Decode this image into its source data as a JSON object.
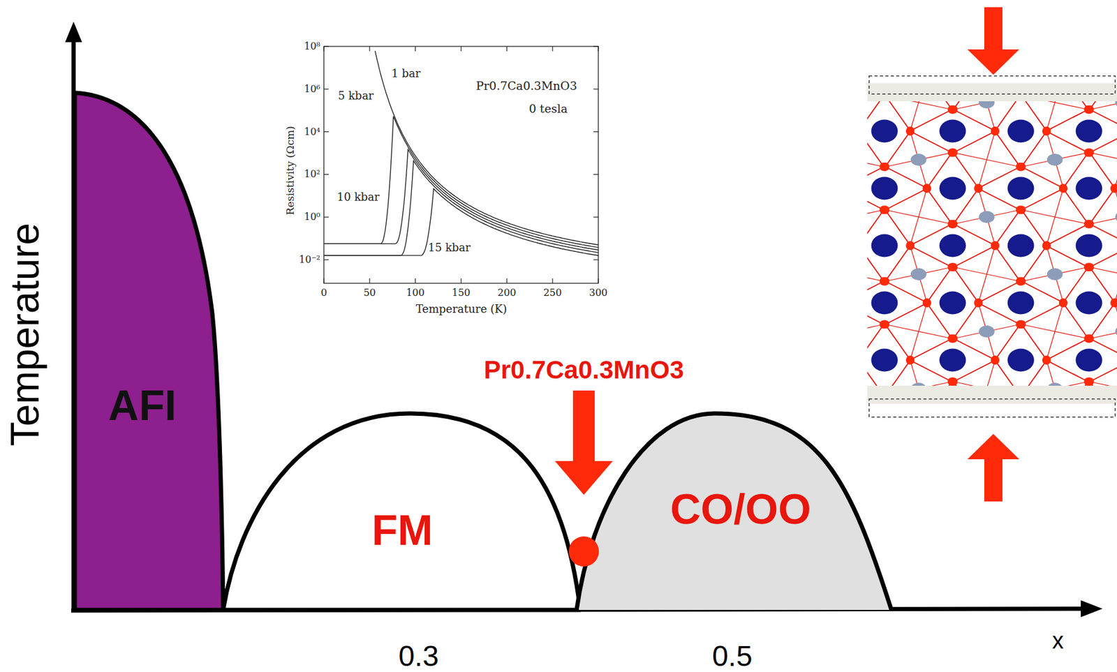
{
  "diagram": {
    "nodes": [
      {
        "text": [
          "AFI"
        ]
      },
      {
        "text": [
          "FM"
        ]
      },
      {
        "text": [
          "CO/OO"
        ]
      }
    ],
    "labels": [
      "Temperature",
      "0.3",
      "0.5",
      "x",
      "Pr0.7Ca0.3MnO3",
      "10⁸",
      "10⁶",
      "10⁴",
      "10²",
      "10⁰",
      "10⁻²",
      "0",
      "50",
      "100",
      "150",
      "200",
      "250",
      "300",
      "Resistivity (Ωcm)",
      "Temperature (K)",
      "1 bar",
      "5 kbar",
      "10 kbar",
      "15 kbar",
      "Pr0.7Ca0.3MnO3",
      "0 tesla"
    ]
  }
}
